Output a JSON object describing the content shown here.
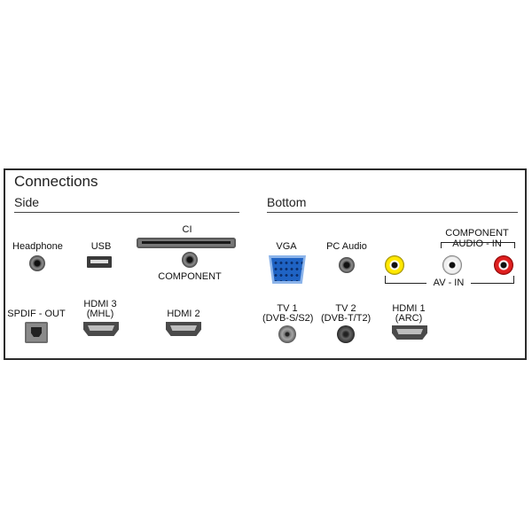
{
  "title": "Connections",
  "sections": {
    "side": "Side",
    "bottom": "Bottom"
  },
  "side": {
    "headphone": "Headphone",
    "usb": "USB",
    "ci": "CI",
    "component": "COMPONENT",
    "spdif_out": "SPDIF - OUT",
    "hdmi3_line1": "HDMI 3",
    "hdmi3_line2": "(MHL)",
    "hdmi2": "HDMI 2"
  },
  "bottom": {
    "vga": "VGA",
    "pc_audio": "PC Audio",
    "component_line1": "COMPONENT",
    "component_line2": "AUDIO - IN",
    "av_in": "AV - IN",
    "tv1_line1": "TV 1",
    "tv1_line2": "(DVB-S/S2)",
    "tv2_line1": "TV 2",
    "tv2_line2": "(DVB-T/T2)",
    "hdmi1_line1": "HDMI 1",
    "hdmi1_line2": "(ARC)"
  },
  "colors": {
    "av_yellow": "#ffe800",
    "av_white": "#f0f0f0",
    "av_red": "#e02020",
    "vga_blue": "#1f63c4"
  }
}
